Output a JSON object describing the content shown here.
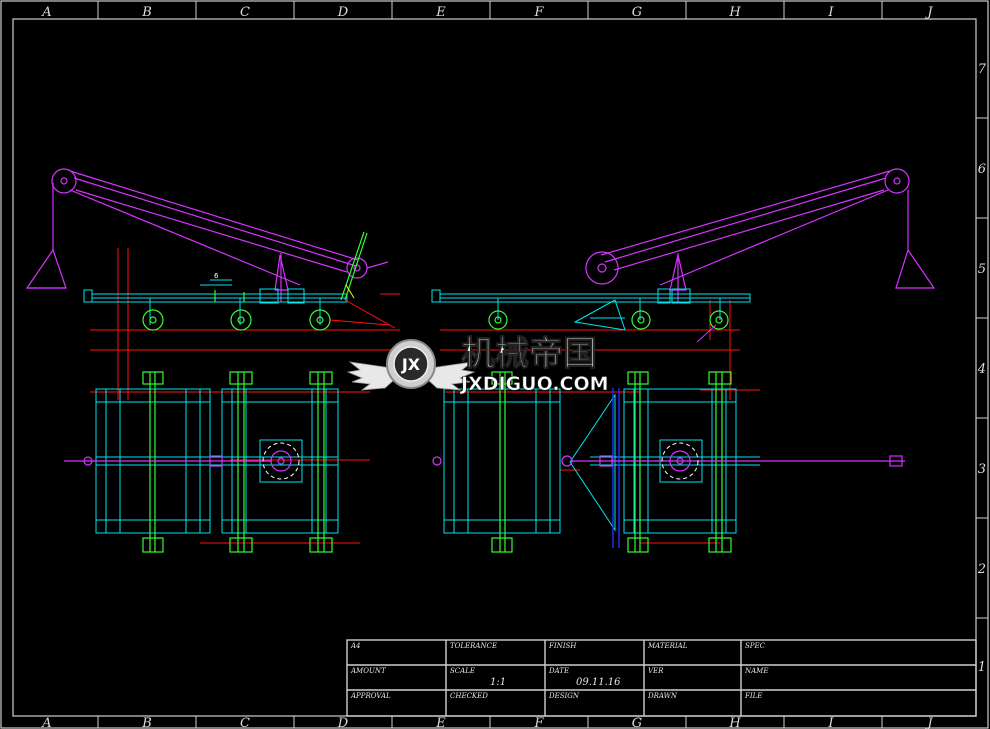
{
  "grid": {
    "columns": [
      "A",
      "B",
      "C",
      "D",
      "E",
      "F",
      "G",
      "H",
      "I",
      "J"
    ],
    "rows": [
      "7",
      "6",
      "5",
      "4",
      "3",
      "2",
      "1"
    ]
  },
  "title_block": {
    "r1": {
      "c1": "A4",
      "c2": "TOLERANCE",
      "c3": "FINISH",
      "c4": "MATERIAL",
      "c5": "SPEC"
    },
    "r2": {
      "c1": "AMOUNT",
      "c2": "SCALE",
      "c2_value": "1:1",
      "c3": "DATE",
      "c3_value": "09.11.16",
      "c4": "VER",
      "c5": "NAME"
    },
    "r3": {
      "c1": "APPROVAL",
      "c2": "CHECKED",
      "c3": "DESIGN",
      "c4": "DRAWN",
      "c5": "FILE"
    }
  },
  "dimension_label": "6",
  "watermark": {
    "logo_letters": "JX",
    "chinese": "机械帝国",
    "english": "JXDIGUO.COM"
  },
  "colors": {
    "background": "#000000",
    "border": "#d0d0d0",
    "cyan": "#00e5ee",
    "magenta": "#d633ff",
    "green": "#33ff33",
    "red": "#ff1010",
    "yellow": "#ffff00",
    "blue": "#2030ff",
    "white": "#ffffff"
  }
}
